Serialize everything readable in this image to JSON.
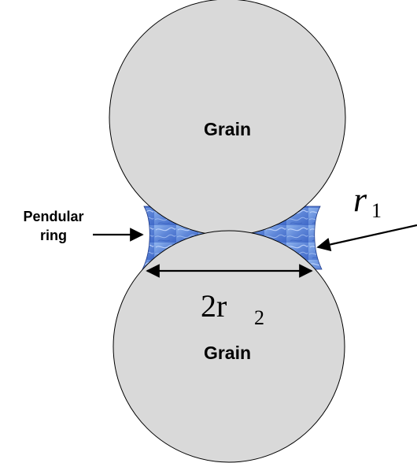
{
  "labels": {
    "grain_top": "Grain",
    "grain_bottom": "Grain",
    "pendular_line1": "Pendular",
    "pendular_line2": "ring"
  },
  "symbols": {
    "r1_base": "r",
    "r1_sub": "1",
    "r2_prefix": "2r",
    "r2_sub": "2"
  },
  "colors": {
    "grain_fill": "#d9d9d9",
    "grain_stroke": "#000000",
    "water_light": "#8fb4ee",
    "water_dark": "#3f68c8",
    "arrow": "#000000"
  }
}
